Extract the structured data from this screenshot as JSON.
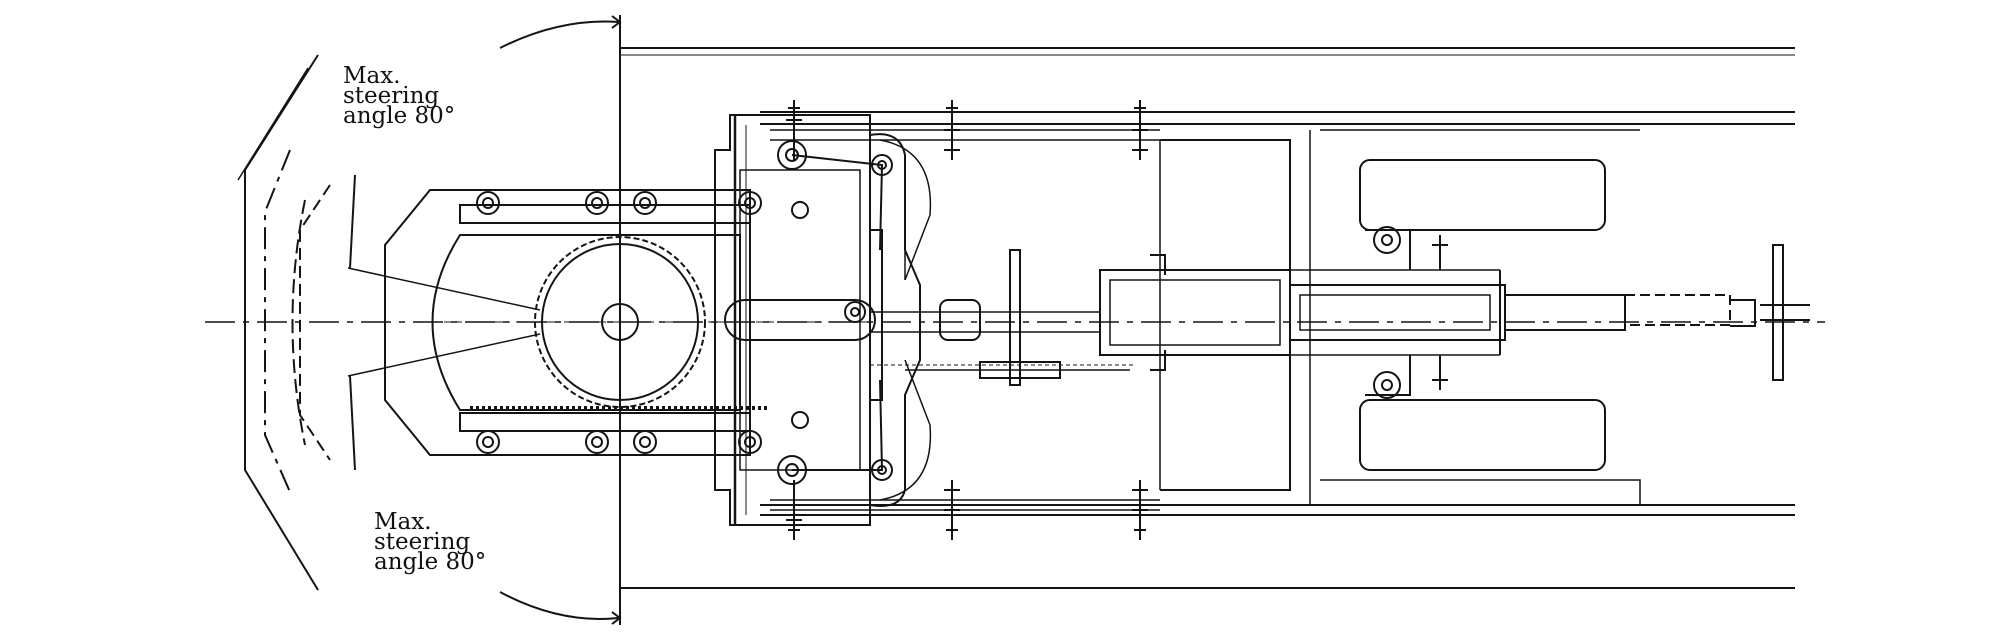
{
  "annotations": {
    "top": {
      "line1": "Max.",
      "line2": "steering",
      "line3": "angle 80°"
    },
    "bottom": {
      "line1": "Max.",
      "line2": "steering",
      "line3": "angle 80°"
    }
  },
  "colors": {
    "ink": "#141414",
    "paper": "#ffffff"
  }
}
